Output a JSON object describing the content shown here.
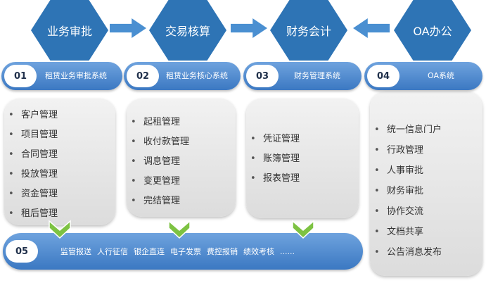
{
  "top_flow": [
    {
      "label": "业务审批"
    },
    {
      "label": "交易核算"
    },
    {
      "label": "财务会计"
    },
    {
      "label": "OA办公"
    }
  ],
  "systems": [
    {
      "number": "01",
      "name": "租赁业务审批系统",
      "items": [
        "客户管理",
        "项目管理",
        "合同管理",
        "投放管理",
        "资金管理",
        "租后管理"
      ]
    },
    {
      "number": "02",
      "name": "租赁业务核心系统",
      "items": [
        "起租管理",
        "收付款管理",
        "调息管理",
        "变更管理",
        "完结管理"
      ]
    },
    {
      "number": "03",
      "name": "财务管理系统",
      "items": [
        "凭证管理",
        "账簿管理",
        "报表管理"
      ]
    },
    {
      "number": "04",
      "name": "OA系统",
      "items": [
        "统一信息门户",
        "行政管理",
        "人事审批",
        "财务审批",
        "协作交流",
        "文档共享",
        "公告消息发布"
      ]
    }
  ],
  "bottom_bar": {
    "number": "05",
    "items": [
      "监管报送",
      "人行征信",
      "银企直连",
      "电子发票",
      "费控报销",
      "绩效考核",
      "......"
    ]
  },
  "colors": {
    "hex": "#2e74b5",
    "arrow": "#4a8fd1",
    "check": "#7dc242"
  }
}
